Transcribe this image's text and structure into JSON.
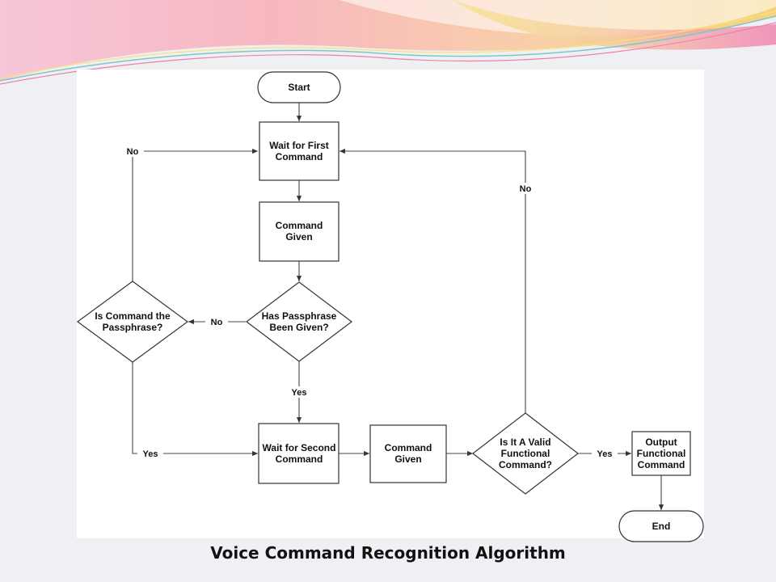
{
  "caption": "Voice Command Recognition Algorithm",
  "nodes": {
    "start": "Start",
    "wait_first": [
      "Wait for First",
      "Command"
    ],
    "command_given_1": [
      "Command",
      "Given"
    ],
    "has_passphrase": [
      "Has Passphrase",
      "Been Given?"
    ],
    "is_passphrase": [
      "Is Command the",
      "Passphrase?"
    ],
    "wait_second": [
      "Wait for Second",
      "Command"
    ],
    "command_given_2": [
      "Command",
      "Given"
    ],
    "valid_command": [
      "Is It A Valid",
      "Functional",
      "Command?"
    ],
    "output": [
      "Output",
      "Functional",
      "Command"
    ],
    "end": "End"
  },
  "edges": {
    "no_passphrase_loop": "No",
    "no_valid_loop": "No",
    "has_passphrase_no": "No",
    "has_passphrase_yes": "Yes",
    "is_passphrase_yes": "Yes",
    "valid_yes": "Yes"
  },
  "colors": {
    "banner_pink": "#f07fae",
    "banner_peach": "#f8c9a0",
    "banner_yellow": "#f6e27a",
    "banner_teal": "#7fc6c9"
  }
}
